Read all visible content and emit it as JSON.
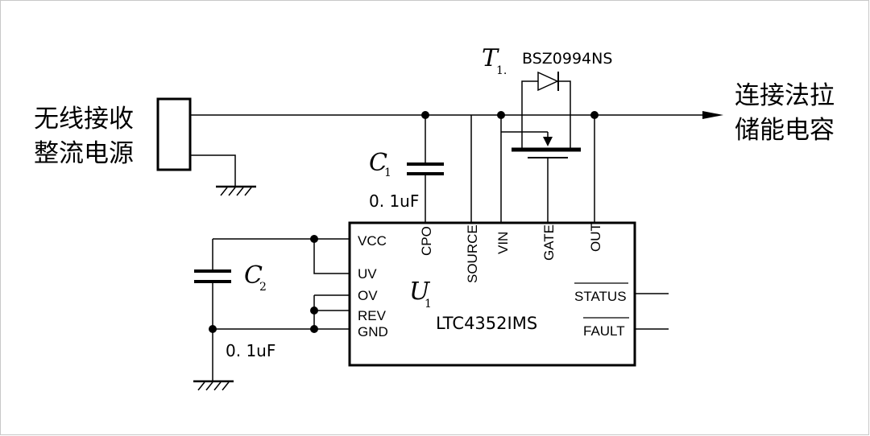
{
  "source": {
    "label_line1": "无线接收",
    "label_line2": "整流电源"
  },
  "load": {
    "label_line1": "连接法拉",
    "label_line2": "储能电容"
  },
  "c1": {
    "letter": "C",
    "subscript": "1",
    "value": "0. 1uF"
  },
  "c2": {
    "letter": "C",
    "subscript": "2",
    "value": "0. 1uF"
  },
  "t1": {
    "letter": "T",
    "subscript": "1.",
    "part_number": "BSZ0994NS"
  },
  "u1": {
    "letter": "U",
    "subscript": "1",
    "part_number": "LTC4352IMS",
    "pins": {
      "vcc": "VCC",
      "uv": "UV",
      "ov": "OV",
      "rev": "REV",
      "gnd": "GND",
      "cpo": "CPO",
      "source": "SOURCE",
      "vin": "VIN",
      "gate": "GATE",
      "out": "OUT",
      "status": "STATUS",
      "fault": "FAULT"
    }
  }
}
